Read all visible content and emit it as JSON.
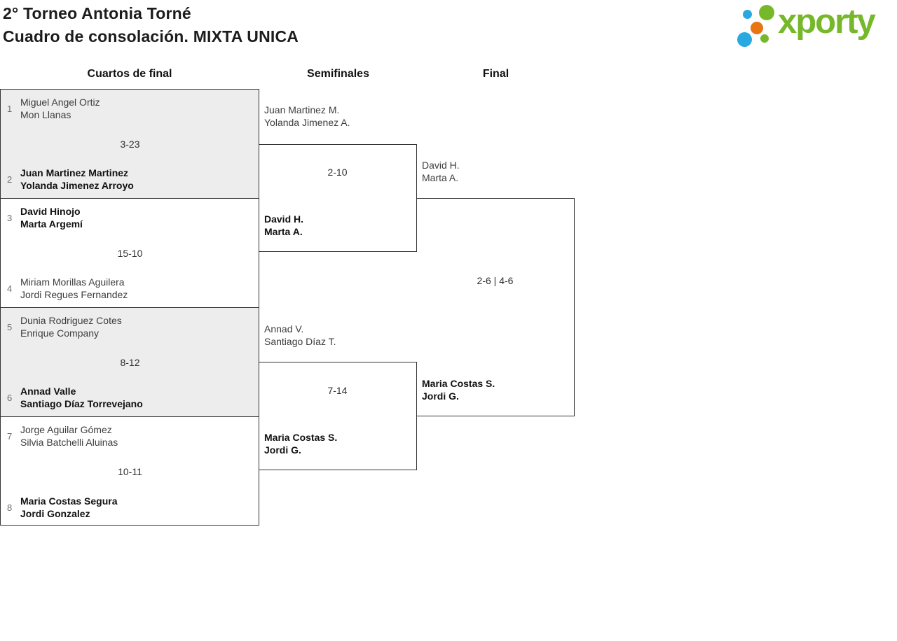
{
  "header": {
    "title_line1": "2° Torneo Antonia Torné",
    "title_line2": "Cuadro de consolación. MIXTA UNICA",
    "logo_text": "xporty"
  },
  "round_headers": {
    "quarterfinals": "Cuartos de final",
    "semifinals": "Semifinales",
    "final": "Final"
  },
  "quarterfinals": [
    {
      "seed_top": "1",
      "top_name1": "Miguel Angel Ortiz",
      "top_name2": "Mon Llanas",
      "score": "3-23",
      "seed_bottom": "2",
      "bottom_name1": "Juan Martinez Martinez",
      "bottom_name2": "Yolanda Jimenez Arroyo",
      "winner": "bottom"
    },
    {
      "seed_top": "3",
      "top_name1": "David Hinojo",
      "top_name2": "Marta Argemí",
      "score": "15-10",
      "seed_bottom": "4",
      "bottom_name1": "Miriam Morillas Aguilera",
      "bottom_name2": "Jordi Regues Fernandez",
      "winner": "top"
    },
    {
      "seed_top": "5",
      "top_name1": "Dunia Rodriguez Cotes",
      "top_name2": "Enrique Company",
      "score": "8-12",
      "seed_bottom": "6",
      "bottom_name1": "Annad Valle",
      "bottom_name2": "Santiago Díaz Torrevejano",
      "winner": "bottom"
    },
    {
      "seed_top": "7",
      "top_name1": "Jorge Aguilar Gómez",
      "top_name2": "Silvia Batchelli Aluinas",
      "score": "10-11",
      "seed_bottom": "8",
      "bottom_name1": "Maria Costas Segura",
      "bottom_name2": "Jordi Gonzalez",
      "winner": "bottom"
    }
  ],
  "semifinals": [
    {
      "top_name1": "Juan Martinez M.",
      "top_name2": "Yolanda Jimenez A.",
      "score": "2-10",
      "bottom_name1": "David H.",
      "bottom_name2": "Marta A.",
      "winner": "bottom"
    },
    {
      "top_name1": "Annad V.",
      "top_name2": "Santiago Díaz T.",
      "score": "7-14",
      "bottom_name1": "Maria Costas S.",
      "bottom_name2": "Jordi G.",
      "winner": "bottom"
    }
  ],
  "final": {
    "top_name1": "David H.",
    "top_name2": "Marta A.",
    "score": "2-6 | 4-6",
    "bottom_name1": "Maria Costas S.",
    "bottom_name2": "Jordi G.",
    "winner": "bottom"
  },
  "colors": {
    "brand_green": "#76b82a",
    "brand_blue": "#2aa9e0",
    "brand_orange": "#e87511",
    "line": "#333333",
    "row_alt_bg": "#ededed"
  }
}
